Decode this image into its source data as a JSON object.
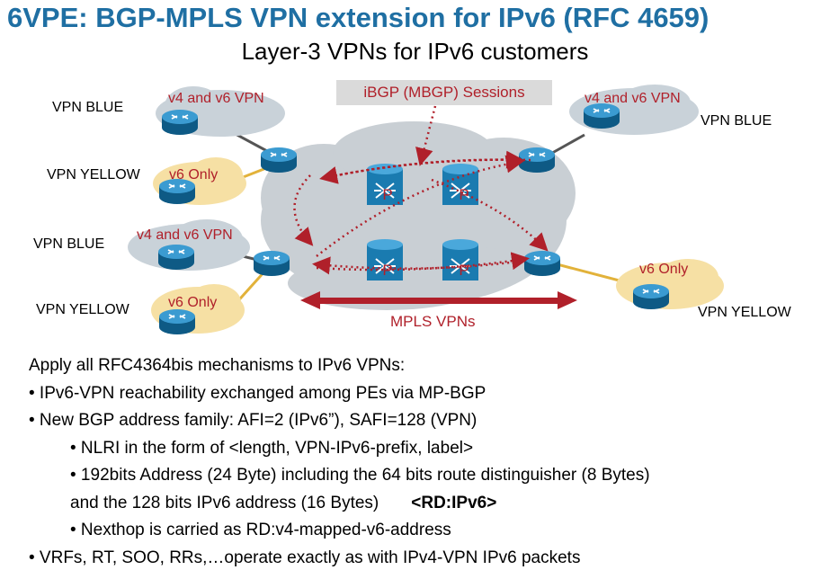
{
  "title": "6VPE: BGP-MPLS VPN extension for IPv6 (RFC 4659)",
  "subtitle": "Layer-3 VPNs for IPv6 customers",
  "diagram": {
    "sites": {
      "top_left_name": "VPN BLUE",
      "top_left_cloud": "v4 and v6 VPN",
      "mid_left_name": "VPN YELLOW",
      "mid_left_cloud": "v6 Only",
      "lower_left_name": "VPN BLUE",
      "lower_left_cloud": "v4 and v6 VPN",
      "bottom_left_name": "VPN YELLOW",
      "bottom_left_cloud": "v6 Only",
      "top_right_name": "VPN BLUE",
      "top_right_cloud": "v4 and v6 VPN",
      "bottom_right_name": "VPN YELLOW",
      "bottom_right_cloud": "v6 Only"
    },
    "ibgp_label": "iBGP (MBGP) Sessions",
    "mpls_label": "MPLS VPNs",
    "p_router_label": "P",
    "colors": {
      "title": "#1f6fa3",
      "accent": "#b0202a",
      "router": "#1a7bb0",
      "core_cloud": "#c9cfd4",
      "yellow_cloud": "#f6e0a4",
      "blue_cloud": "#c9d2d9"
    }
  },
  "bullets": {
    "intro": "Apply all RFC4364bis mechanisms to IPv6 VPNs:",
    "b1": "• IPv6-VPN reachability exchanged among PEs via MP-BGP",
    "b2": "• New BGP address family: AFI=2 (IPv6”), SAFI=128 (VPN)",
    "s1": "• NLRI in the form of <length, VPN-IPv6-prefix, label>",
    "s2_line1": "• 192bits Address (24 Byte) including the 64 bits route distinguisher (8 Bytes)",
    "s2_line2": "and the 128 bits IPv6 address (16 Bytes)",
    "s2_bold": "<RD:IPv6>",
    "s3": "• Nexthop is carried as RD:v4-mapped-v6-address",
    "b3": "• VRFs, RT, SOO, RRs,…operate exactly as with IPv4-VPN IPv6 packets"
  }
}
